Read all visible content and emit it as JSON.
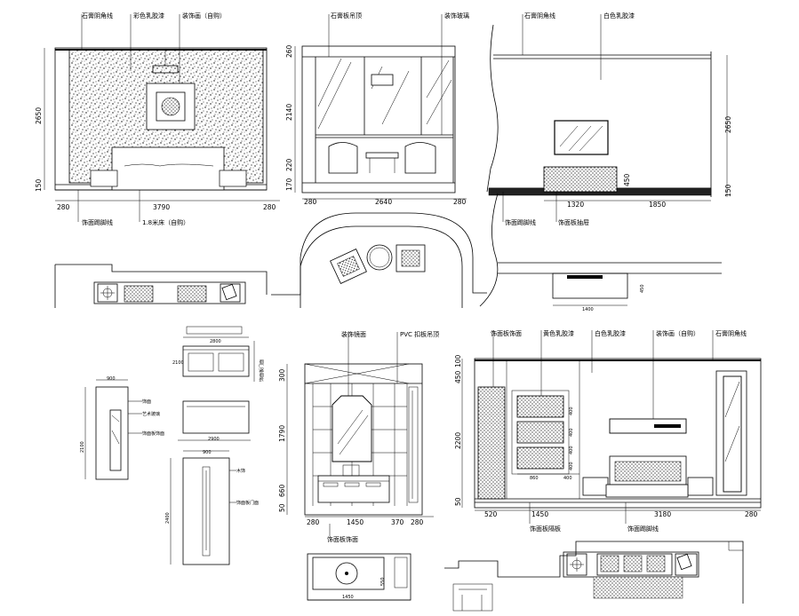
{
  "elevation_a": {
    "labels": {
      "stone_corner": "石膏阴角线",
      "color_latex_paint": "彩色乳胶漆",
      "decor_painting": "装饰画（自购）",
      "decor_baseboard": "饰面踢脚线",
      "carpet": "1.8米床（自购）"
    },
    "dims": {
      "height_total": "2650",
      "height_base": "150",
      "width_main": "3790",
      "side_left": "280",
      "side_right": "280"
    }
  },
  "elevation_b": {
    "labels": {
      "stone_ceiling": "石膏板吊顶",
      "decor_glass": "装饰玻璃"
    },
    "dims": {
      "top": "260",
      "mid": "2140",
      "low": "220",
      "base": "170",
      "width_main": "2640",
      "side_left": "280",
      "side_right": "280"
    }
  },
  "elevation_c": {
    "labels": {
      "stone_corner": "石膏阴角线",
      "white_latex_paint": "白色乳胶漆",
      "decor_baseboard": "饰面踢脚线",
      "cabinet_drawer": "饰面板抽屉"
    },
    "dims": {
      "height_total": "2650",
      "height_base": "150",
      "cabinet_h": "450",
      "w1": "1320",
      "w2": "1850",
      "plan_w": "1400",
      "plan_d": "450"
    }
  },
  "bathroom": {
    "labels": {
      "decor_mirror": "装饰镜面",
      "pvc_ceiling": "PVC 扣板吊顶",
      "decor_board": "饰面板饰面"
    },
    "dims": {
      "top": "300",
      "mid": "1790",
      "counter": "660",
      "base": "50",
      "w_main": "1450",
      "w_side": "370",
      "w_right": "280",
      "left": "280",
      "plan_w": "1450",
      "plan_d": "550"
    }
  },
  "elevation_d": {
    "labels": {
      "board_finish": "饰面板饰面",
      "yellow_latex": "黄色乳胶漆",
      "white_latex": "白色乳胶漆",
      "decor_painting": "装饰画（自购）",
      "stone_corner": "石膏阴角线",
      "board_panel": "饰面板隔板",
      "decor_baseboard": "饰面踢脚线"
    },
    "dims": {
      "top": "450",
      "top2": "100",
      "mid": "2200",
      "base": "50",
      "p1": "400",
      "p2": "400",
      "p3": "400",
      "p4": "400",
      "w_frame": "860",
      "w_gap": "400",
      "left": "520",
      "w1": "1450",
      "w2": "3180",
      "right": "280"
    }
  },
  "detail": {
    "dims": {
      "top_w": "900",
      "top_h": "2100",
      "bot_w": "2800",
      "side_w": "2900",
      "side_h": "2400"
    },
    "notes": {
      "n1": "饰面",
      "n2": "艺术玻璃",
      "n3": "饰面板饰面",
      "n4": "木饰",
      "n5": "饰面板门面"
    }
  }
}
